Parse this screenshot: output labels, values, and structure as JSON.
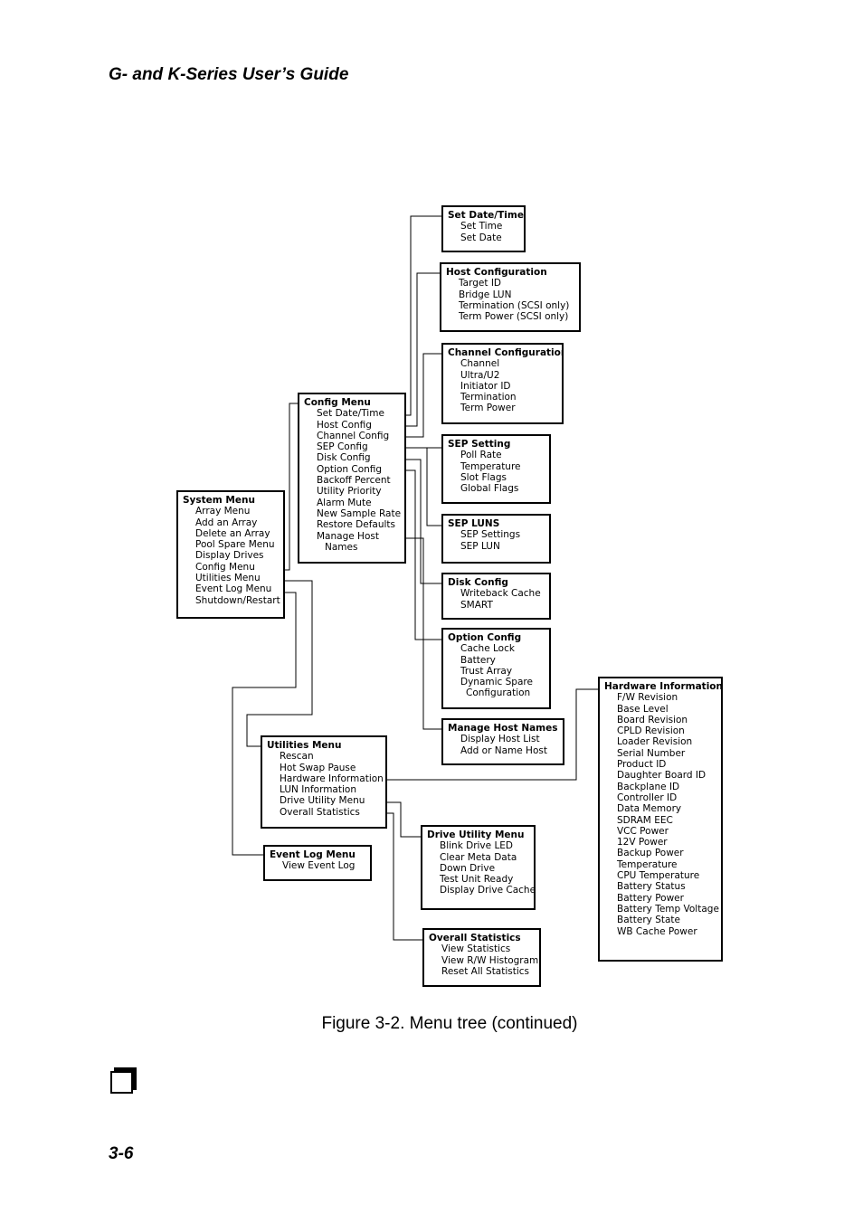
{
  "header": {
    "title": "G- and K-Series User’s Guide"
  },
  "footer": {
    "page_number": "3-6"
  },
  "figure": {
    "caption": "Figure 3-2. Menu tree (continued)",
    "boxes": {
      "set_date": {
        "title": "Set Date/Time",
        "items": [
          "Set Time",
          "Set Date"
        ]
      },
      "host_config": {
        "title": "Host Configuration",
        "items": [
          "Target ID",
          "Bridge LUN",
          "Termination (SCSI only)",
          "Term Power (SCSI only)"
        ]
      },
      "channel_config": {
        "title": "Channel Configuration",
        "items": [
          "Channel",
          "Ultra/U2",
          "Initiator ID",
          "Termination",
          "Term Power"
        ]
      },
      "config_menu": {
        "title": "Config Menu",
        "items": [
          "Set Date/Time",
          "Host Config",
          "Channel Config",
          "SEP Config",
          "Disk Config",
          "Option Config",
          "Backoff Percent",
          "Utility Priority",
          "Alarm Mute",
          "New Sample Rate",
          "Restore Defaults",
          "Manage Host",
          "Names"
        ]
      },
      "sep_setting": {
        "title": "SEP Setting",
        "items": [
          "Poll Rate",
          "Temperature",
          "Slot Flags",
          "Global Flags"
        ]
      },
      "system_menu": {
        "title": "System Menu",
        "items": [
          "Array Menu",
          "Add an Array",
          "Delete an Array",
          "Pool Spare Menu",
          "Display Drives",
          "Config Menu",
          "Utilities Menu",
          "Event Log Menu",
          "Shutdown/Restart"
        ]
      },
      "sep_luns": {
        "title": "SEP LUNS",
        "items": [
          "SEP Settings",
          "SEP LUN"
        ]
      },
      "disk_config": {
        "title": "Disk Config",
        "items": [
          "Writeback Cache",
          "SMART"
        ]
      },
      "option_config": {
        "title": "Option Config",
        "items": [
          "Cache Lock",
          "Battery",
          "Trust Array",
          "Dynamic Spare",
          "Configuration"
        ]
      },
      "hardware_info": {
        "title": "Hardware Information",
        "items": [
          "F/W Revision",
          "Base Level",
          "Board Revision",
          "CPLD Revision",
          "Loader Revision",
          "Serial Number",
          "Product ID",
          "Daughter Board ID",
          "Backplane ID",
          "Controller ID",
          "Data Memory",
          "SDRAM EEC",
          "VCC Power",
          "12V Power",
          "Backup Power",
          "Temperature",
          "CPU Temperature",
          "Battery Status",
          "Battery Power",
          "Battery Temp Voltage",
          "Battery State",
          "WB Cache Power"
        ]
      },
      "manage_host": {
        "title": "Manage Host Names",
        "items": [
          "Display Host List",
          "Add or Name Host"
        ]
      },
      "utilities_menu": {
        "title": "Utilities Menu",
        "items": [
          "Rescan",
          "Hot Swap Pause",
          "Hardware Information",
          "LUN Information",
          "Drive Utility Menu",
          "Overall Statistics"
        ]
      },
      "drive_utility": {
        "title": "Drive Utility Menu",
        "items": [
          "Blink Drive LED",
          "Clear Meta Data",
          "Down Drive",
          "Test Unit Ready",
          "Display Drive Cache"
        ]
      },
      "event_log": {
        "title": "Event Log Menu",
        "items": [
          "View Event Log"
        ]
      },
      "overall_stats": {
        "title": "Overall Statistics",
        "items": [
          "View Statistics",
          "View R/W Histogram",
          "Reset All Statistics"
        ]
      }
    }
  }
}
